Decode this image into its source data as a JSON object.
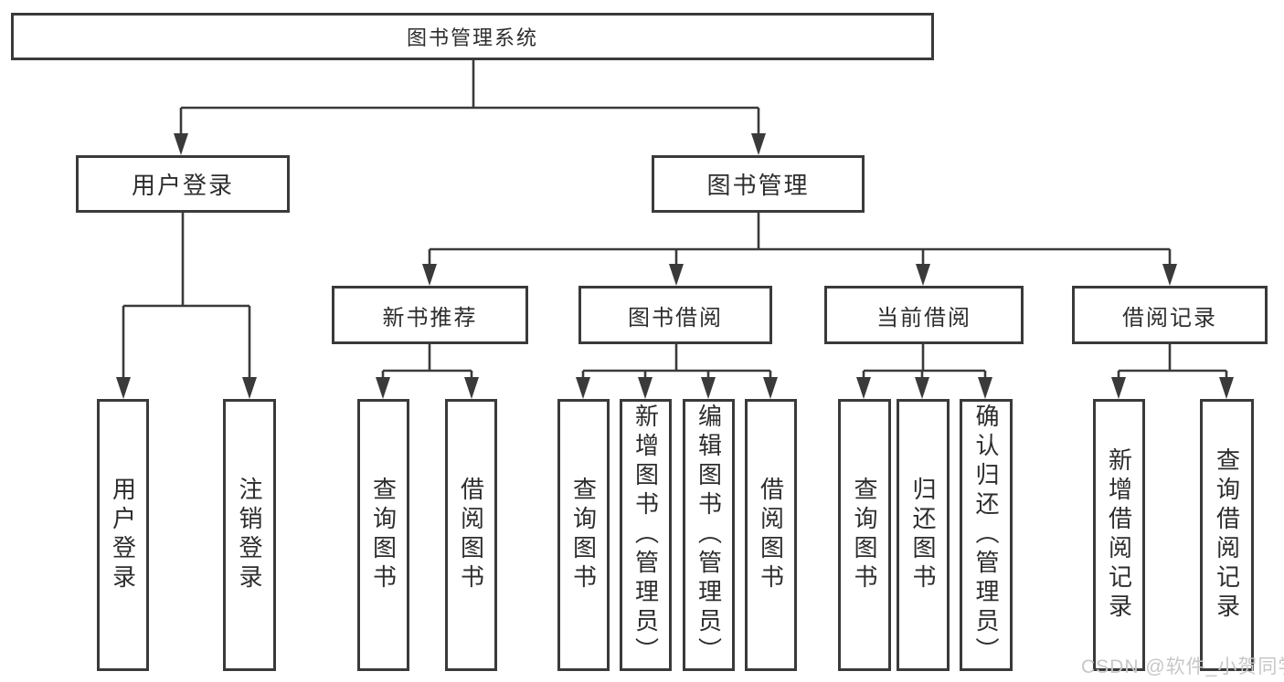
{
  "title": "图书管理系统",
  "colors": {
    "line": "#3a3a3a",
    "border": "#3a3a3a",
    "text": "#2d2d2d",
    "background": "#ffffff",
    "watermark": "#c7c7c7"
  },
  "nodes": {
    "root": "图书管理系统",
    "user_login": "用户登录",
    "book_management": "图书管理",
    "new_book_recommend": "新书推荐",
    "book_borrow": "图书借阅",
    "current_borrow": "当前借阅",
    "borrow_records": "借阅记录",
    "leaf_user_login": "用户登录",
    "leaf_logout": "注销登录",
    "leaf_rec_query_books": "查询图书",
    "leaf_rec_borrow_books": "借阅图书",
    "leaf_bb_query_books": "查询图书",
    "leaf_bb_add_books": "新增图书（管理员）",
    "leaf_bb_edit_books": "编辑图书（管理员）",
    "leaf_bb_borrow_books": "借阅图书",
    "leaf_cb_query_books": "查询图书",
    "leaf_cb_return_books": "归还图书",
    "leaf_cb_confirm_return": "确认归还（管理员）",
    "leaf_br_add_record": "新增借阅记录",
    "leaf_br_query_record": "查询借阅记录"
  },
  "watermark": "CSDN @软件_小贺同学"
}
